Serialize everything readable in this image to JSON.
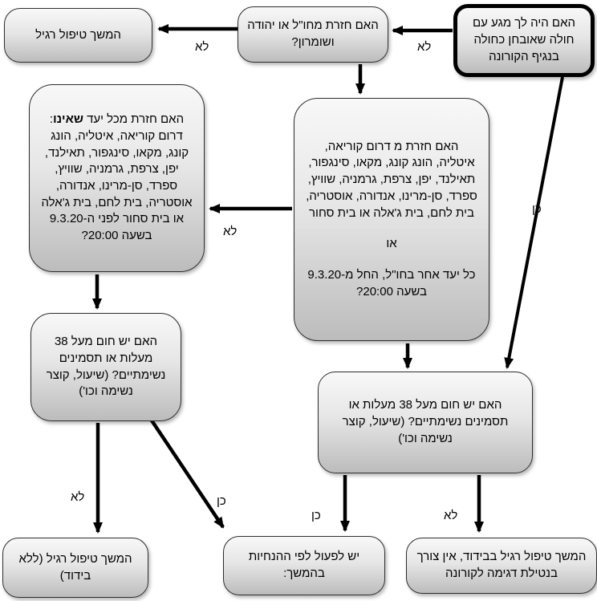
{
  "nodes": {
    "start": "האם היה לך מגע עם חולה שאובחן כחולה בנגיף הקורונה",
    "q_abroad": "האם חזרת מחו\"ל או יהודה ושומרון?",
    "continue_regular": "המשך טיפול רגיל",
    "q_not_dest_prefix": "האם חזרת מכל יעד ",
    "q_not_dest_bold": "שאינו",
    "q_not_dest_suffix": ": דרום קוריאה, איטליה, הונג קונג, מקאו, סינגפור, תאילנד, יפן, צרפת, גרמניה, שוויץ, ספרד, סן-מרינו, אנדורה, אוסטריה, בית לחם, בית ג'אלה או בית סחור לפני ה-9.3.20 בשעה 20:00?",
    "q_dest_part1": "האם חזרת מ דרום קוריאה, איטליה, הונג קונג, מקאו, סינגפור, תאילנד, יפן, צרפת, גרמניה, שוויץ, ספרד, סן-מרינו, אנדורה, אוסטריה, בית לחם, בית ג'אלה או בית סחור",
    "q_dest_or": "או",
    "q_dest_part2": "כל יעד אחר בחו\"ל, החל מ-9.3.20 בשעה 20:00?",
    "q_fever_left": "האם יש חום מעל 38 מעלות או תסמינים נשימתיים? (שיעול, קוצר נשימה וכו')",
    "q_fever_right": "האם יש חום מעל 38 מעלות או תסמינים נשימתיים? (שיעול, קוצר נשימה וכו')",
    "end_no_isolation": "המשך טיפול רגיל (ללא בידוד)",
    "end_guidelines": "יש לפעול לפי ההנחיות בהמשך:",
    "end_isolation": "המשך טיפול רגיל בבידוד, אין צורך בנטילת דגימה לקורונה"
  },
  "labels": {
    "yes": "כן",
    "no": "לא"
  },
  "colors": {
    "box_fill_top": "#f8f8f8",
    "box_fill_bottom": "#bcbcbc",
    "box_border": "#2e2e2e",
    "start_border": "#000000",
    "arrow": "#000000"
  }
}
